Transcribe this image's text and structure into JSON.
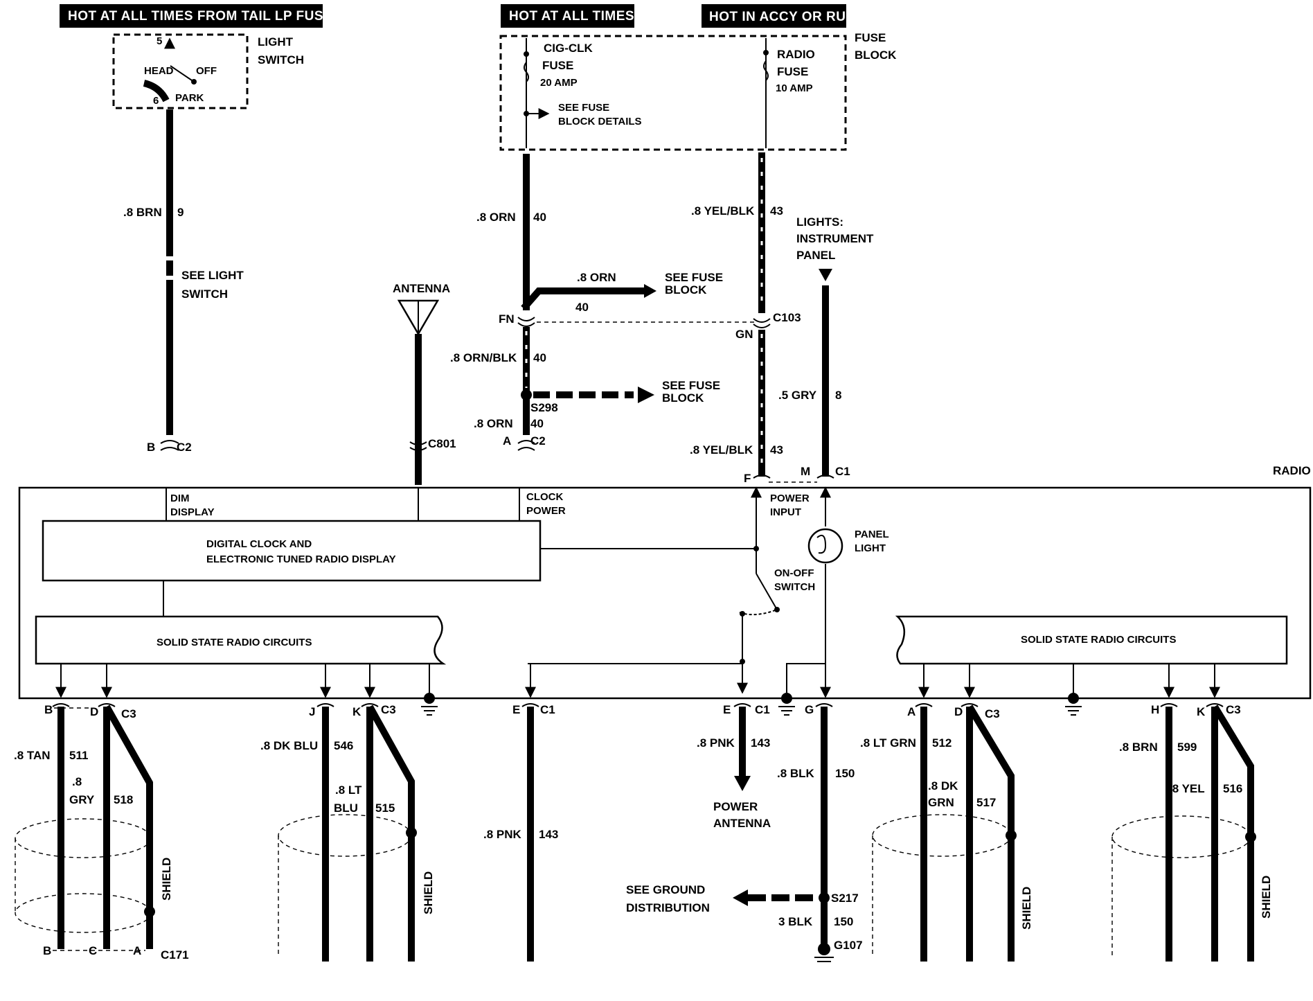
{
  "headers": {
    "tail_lp": "HOT AT ALL TIMES FROM TAIL  LP FUSE",
    "hot_all": "HOT AT ALL TIMES",
    "accy_run": "HOT IN ACCY OR RUN"
  },
  "light_switch": {
    "label_1": "LIGHT",
    "label_2": "SWITCH",
    "pin_top": "5",
    "pin_bottom": "6",
    "pos_head": "HEAD",
    "pos_off": "OFF",
    "pos_park": "PARK"
  },
  "fuse_block": {
    "label_1": "FUSE",
    "label_2": "BLOCK",
    "cig_1": "CIG-CLK",
    "cig_2": "FUSE",
    "cig_amp": "20 AMP",
    "see_1": "SEE FUSE",
    "see_2": "BLOCK DETAILS",
    "radio_1": "RADIO",
    "radio_2": "FUSE",
    "radio_amp": "10 AMP"
  },
  "wires": {
    "brn": ".8 BRN",
    "brn_num": "9",
    "see_ls_1": "SEE LIGHT",
    "see_ls_2": "SWITCH",
    "orn_top": ".8 ORN",
    "orn_top_num": "40",
    "orn_branch": ".8 ORN",
    "orn_branch_num": "40",
    "see_fb_1a": "SEE FUSE",
    "see_fb_1b": "BLOCK",
    "fn": "FN",
    "orn_blk": ".8 ORN/BLK",
    "orn_blk_num": "40",
    "see_fb_2a": "SEE FUSE",
    "see_fb_2b": "BLOCK",
    "s298": "S298",
    "s298_num": "40",
    "orn_low": ".8 ORN",
    "yel_blk_top": ".8 YEL/BLK",
    "yel_blk_top_num": "43",
    "c103": "C103",
    "gn": "GN",
    "gry": ".5 GRY",
    "gry_num": "8",
    "lights_1": "LIGHTS:",
    "lights_2": "INSTRUMENT",
    "lights_3": "PANEL",
    "yel_blk_low": ".8 YEL/BLK",
    "yel_blk_low_num": "43",
    "antenna": "ANTENNA",
    "c801": "C801",
    "c2_left_pin": "B",
    "c2_left": "C2",
    "c2_mid_pin": "A",
    "c2_mid": "C2",
    "f_pin": "F",
    "m_pin": "M",
    "c1_top": "C1"
  },
  "radio": {
    "label": "RADIO",
    "dim_1": "DIM",
    "dim_2": "DISPLAY",
    "clock_1": "CLOCK",
    "clock_2": "POWER",
    "power_1": "POWER",
    "power_2": "INPUT",
    "panel_1": "PANEL",
    "panel_2": "LIGHT",
    "onoff_1": "ON-OFF",
    "onoff_2": "SWITCH",
    "display_1": "DIGITAL CLOCK AND",
    "display_2": "ELECTRONIC TUNED RADIO DISPLAY",
    "ssrc_left": "SOLID STATE RADIO CIRCUITS",
    "ssrc_right": "SOLID STATE RADIO CIRCUITS"
  },
  "bottom": {
    "pin_b": "B",
    "pin_d1": "D",
    "c3_1": "C3",
    "tan": ".8 TAN",
    "tan_num": "511",
    "gry_1": ".8",
    "gry_2": "GRY",
    "gry_num": "518",
    "shield_1": "SHIELD",
    "c171_b": "B",
    "c171_c": "C",
    "c171_a": "A",
    "c171": "C171",
    "pin_j": "J",
    "pin_k1": "K",
    "c3_2": "C3",
    "dkblu": ".8 DK BLU",
    "dkblu_num": "546",
    "ltblu_1": ".8 LT",
    "ltblu_2": "BLU",
    "ltblu_num": "515",
    "shield_2": "SHIELD",
    "pin_e1": "E",
    "c1_e": "C1",
    "pnk_low": ".8 PNK",
    "pnk_low_num": "143",
    "pin_e2": "E",
    "c1_e2": "C1",
    "pnk": ".8 PNK",
    "pnk_num": "143",
    "pant_1": "POWER",
    "pant_2": "ANTENNA",
    "pin_g": "G",
    "blk": ".8 BLK",
    "blk_num": "150",
    "gnd_1": "SEE GROUND",
    "gnd_2": "DISTRIBUTION",
    "s217": "S217",
    "blk3": "3 BLK",
    "blk3_num": "150",
    "g107": "G107",
    "pin_a": "A",
    "pin_d2": "D",
    "c3_3": "C3",
    "ltgrn": ".8 LT GRN",
    "ltgrn_num": "512",
    "dkgrn_1": ".8 DK",
    "dkgrn_2": "GRN",
    "dkgrn_num": "517",
    "shield_3": "SHIELD",
    "pin_h": "H",
    "pin_k2": "K",
    "c3_4": "C3",
    "brn": ".8 BRN",
    "brn_num": "599",
    "yel": ".8 YEL",
    "yel_num": "516",
    "shield_4": "SHIELD"
  }
}
